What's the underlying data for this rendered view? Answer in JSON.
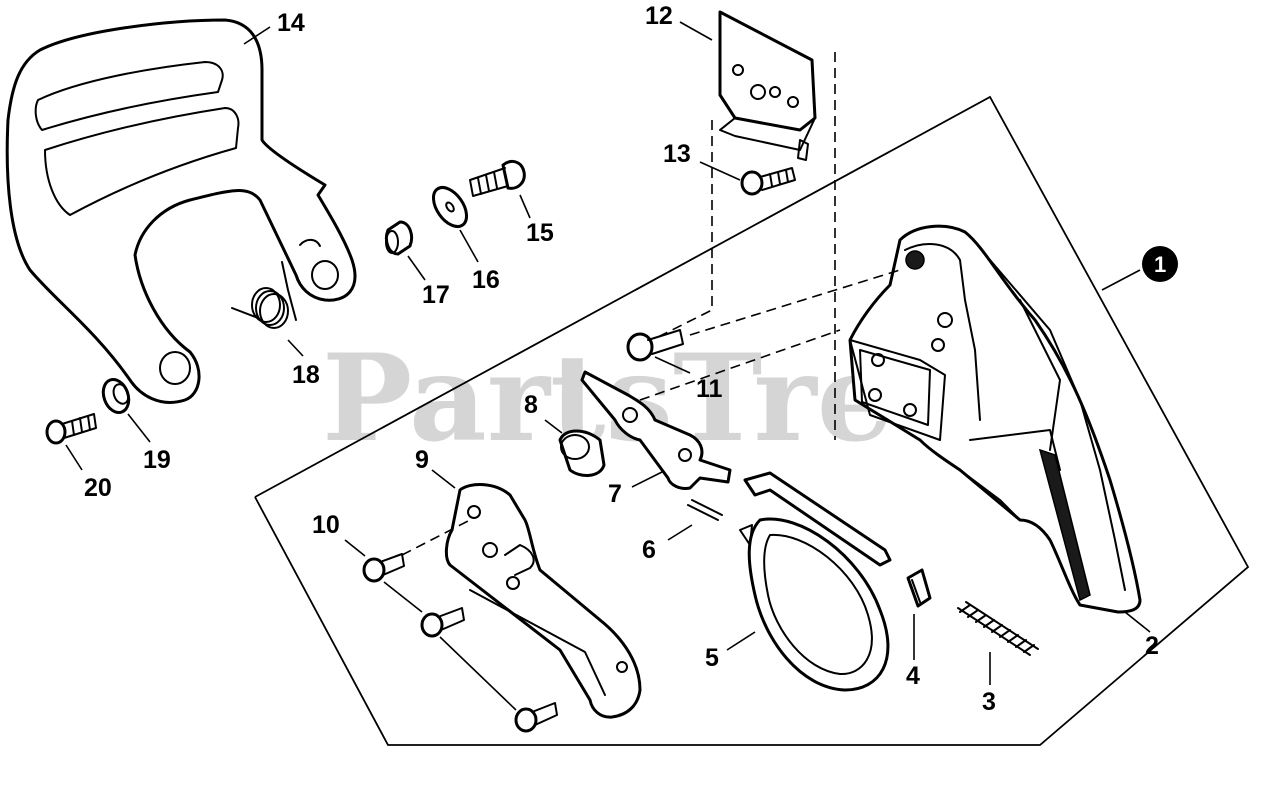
{
  "watermark": "PartsTree",
  "callouts": {
    "p1": "1",
    "p2": "2",
    "p3": "3",
    "p4": "4",
    "p5": "5",
    "p6": "6",
    "p7": "7",
    "p8": "8",
    "p9": "9",
    "p10": "10",
    "p11": "11",
    "p12": "12",
    "p13": "13",
    "p14": "14",
    "p15": "15",
    "p16": "16",
    "p17": "17",
    "p18": "18",
    "p19": "19",
    "p20": "20"
  }
}
